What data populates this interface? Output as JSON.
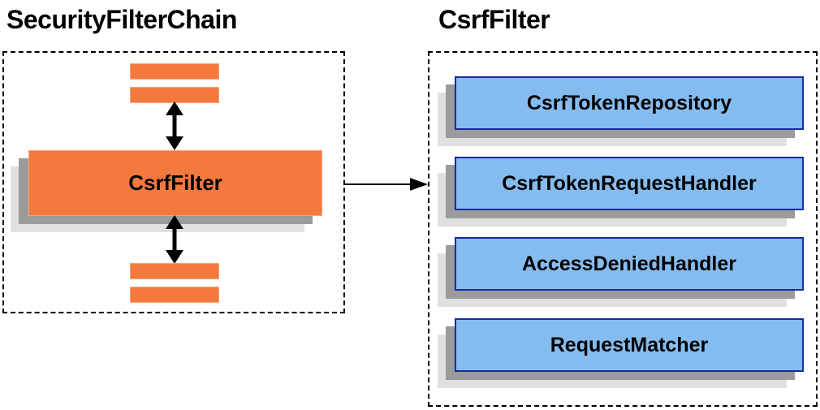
{
  "left_panel": {
    "title": "SecurityFilterChain",
    "filter_box_label": "CsrfFilter",
    "other_filters": [
      "filter-slot",
      "filter-slot",
      "filter-slot",
      "filter-slot"
    ]
  },
  "right_panel": {
    "title": "CsrfFilter",
    "components": [
      "CsrfTokenRepository",
      "CsrfTokenRequestHandler",
      "AccessDeniedHandler",
      "RequestMatcher"
    ]
  },
  "relations": {
    "left_vertical_arrows": "bidirectional",
    "left_to_right_arrow": "CsrfFilter points to CsrfFilter detail container"
  },
  "colors": {
    "orange_fill": "#f4793e",
    "orange_border": "#f9a477",
    "blue_fill": "#85bcf0",
    "blue_border": "#1b2a9b",
    "shadow_dark": "#9b9b9b",
    "shadow_light": "#e0e0e0",
    "dashed_border": "#000000",
    "text": "#000000",
    "background": "#ffffff"
  }
}
